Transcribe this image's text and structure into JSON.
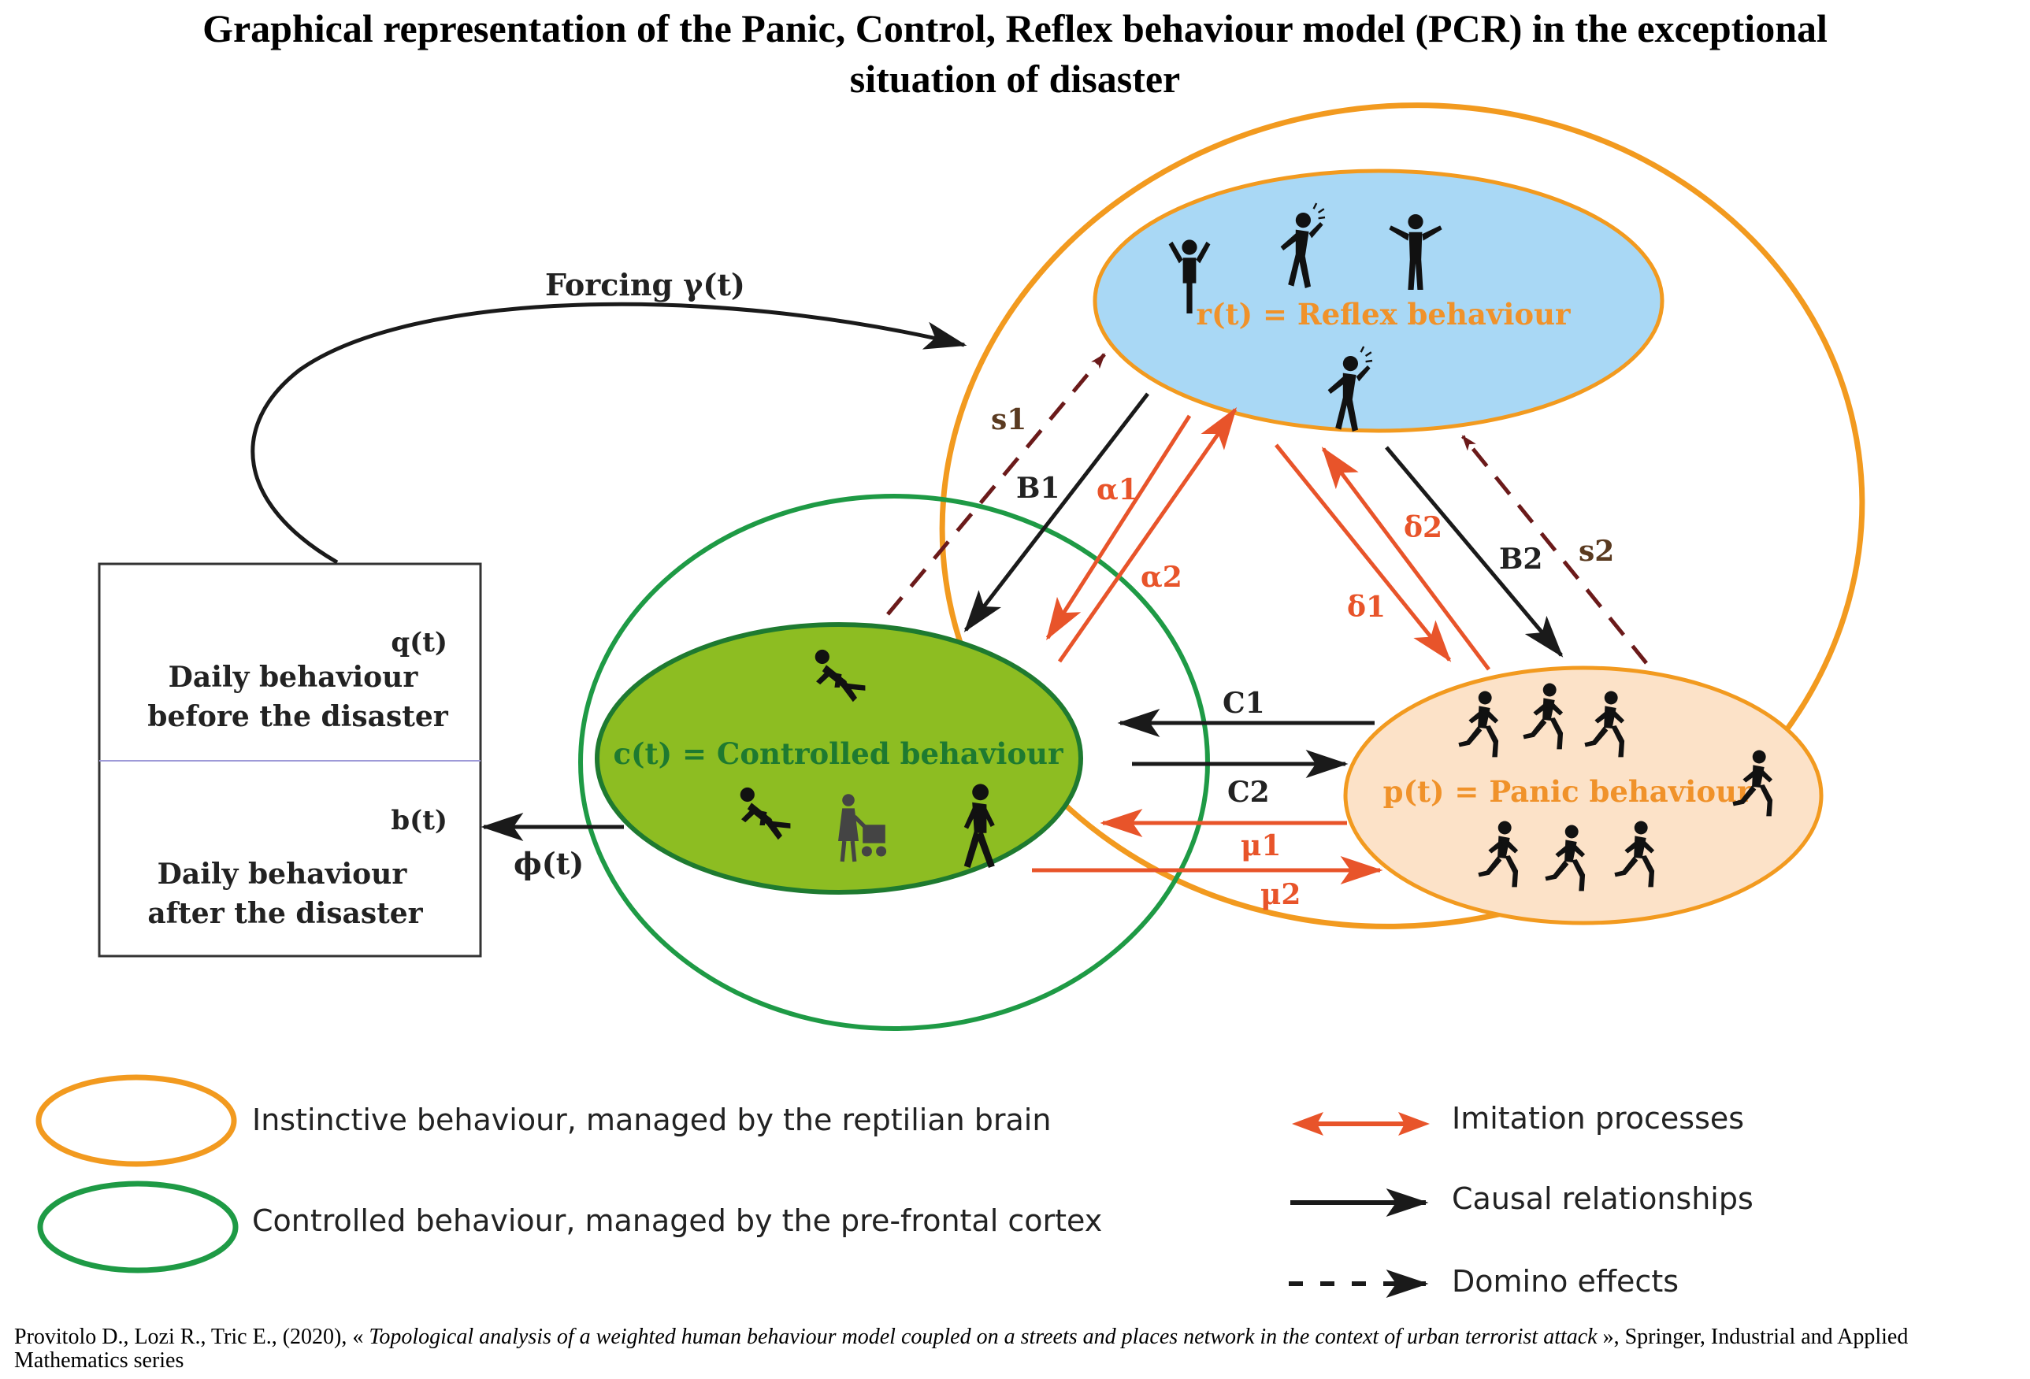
{
  "title": {
    "line1": "Graphical representation of the Panic, Control, Reflex behaviour model (PCR) in the exceptional",
    "line2": "situation of disaster"
  },
  "states": {
    "reflex": "r(t) = Reflex behaviour",
    "controlled": "c(t) = Controlled behaviour",
    "panic": "p(t) = Panic behaviour"
  },
  "daily_box": {
    "before_var": "q(t)",
    "before_line1": "Daily behaviour",
    "before_line2": "before the disaster",
    "after_var": "b(t)",
    "after_line1": "Daily behaviour",
    "after_line2": "after the disaster"
  },
  "edges": {
    "forcing": "Forcing γ(t)",
    "phi": "ϕ(t)",
    "s1": "s1",
    "s2": "s2",
    "B1": "B1",
    "B2": "B2",
    "alpha1": "α1",
    "alpha2": "α2",
    "delta1": "δ1",
    "delta2": "δ2",
    "C1": "C1",
    "C2": "C2",
    "mu1": "μ1",
    "mu2": "μ2"
  },
  "legend": {
    "instinctive": "Instinctive behaviour, managed by the reptilian brain",
    "controlled": "Controlled behaviour, managed by the pre-frontal cortex",
    "imitation": "Imitation processes",
    "causal": "Causal relationships",
    "domino": "Domino effects"
  },
  "citation": {
    "authors": "Provitolo D., Lozi R., Tric E., (2020), « ",
    "work": "Topological analysis of a weighted human behaviour model coupled on a streets and places network in the context of urban terrorist attack",
    "publisher": " », Springer, Industrial and Applied Mathematics series"
  },
  "colors": {
    "orange": "#F29A1F",
    "green": "#1E9A45",
    "imitation": "#E8542A",
    "domino": "#6B1A1A",
    "reflex_fill": "#A9D8F5",
    "controlled_fill": "#8DBD22",
    "panic_fill": "#FCE2C8",
    "state_text_orange": "#F0922A",
    "controlled_text": "#1E7A30",
    "param_brown": "#5A3A20"
  },
  "icons": [
    "person-alarmed-icon",
    "person-stumbling-icon",
    "person-running-icon",
    "person-walking-icon",
    "person-pram-icon"
  ]
}
